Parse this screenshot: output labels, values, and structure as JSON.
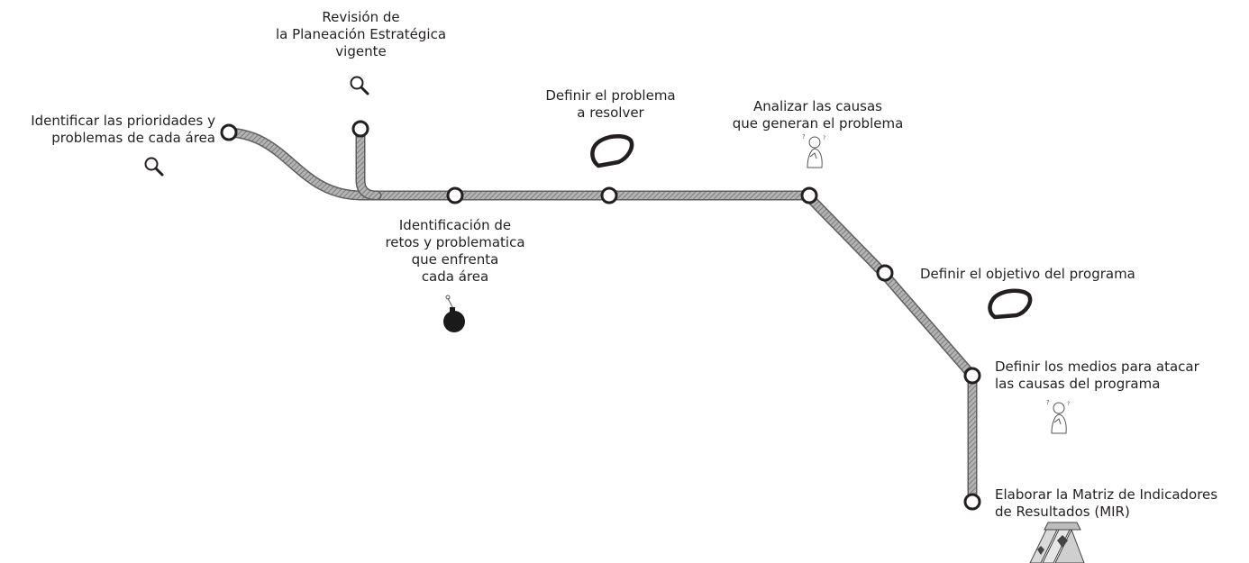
{
  "steps": {
    "prioridades": {
      "label": "Identificar las prioridades y\nproblemas de cada área",
      "icon": "magnifier-icon"
    },
    "revision": {
      "label": "Revisión de\nla Planeación Estratégica\nvigente",
      "icon": "magnifier-icon"
    },
    "retos": {
      "label": "Identificación de\nretos y problematica\nque enfrenta\ncada área",
      "icon": "bomb-icon"
    },
    "problema": {
      "label": "Definir el problema\na resolver",
      "icon": "speech-bubble-icon"
    },
    "causas": {
      "label": "Analizar las causas\nque generan el problema",
      "icon": "thinking-person-icon"
    },
    "objetivo": {
      "label": "Definir el objetivo del programa",
      "icon": "speech-bubble-icon"
    },
    "medios": {
      "label": "Definir los medios para atacar\nlas causas del programa",
      "icon": "thinking-person-icon"
    },
    "mir": {
      "label": "Elaborar la Matriz de Indicadores\nde Resultados (MIR)",
      "icon": "house-of-cards-icon"
    }
  },
  "colors": {
    "track": "#9d9d9d",
    "track_hatch": "#6f6f6f",
    "node_stroke": "#231f20",
    "node_fill": "#ffffff",
    "text": "#231f20"
  }
}
